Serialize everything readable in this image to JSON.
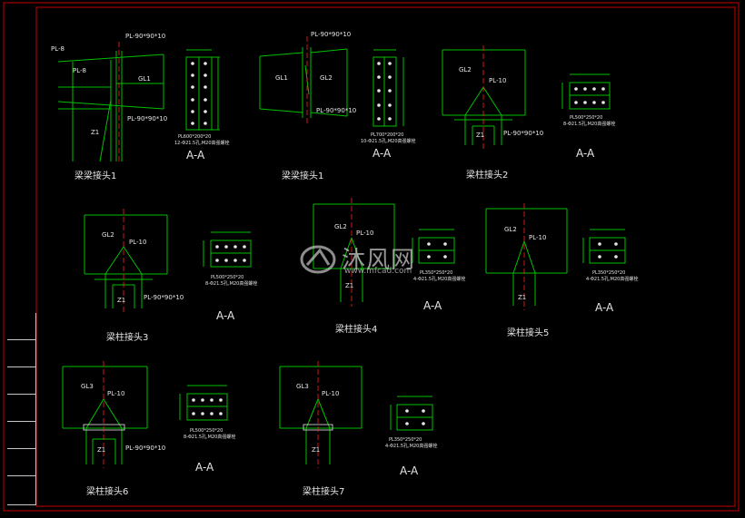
{
  "drawing": {
    "frame_color": "#c40000",
    "line_color": "#00c000",
    "center_line_color": "#ff2020",
    "text_color": "#e6e6e6"
  },
  "details": {
    "beam_joint_a": {
      "caption": "梁梁接头1",
      "pl_top": "PL-90*90*10",
      "pl_side": "PL-8",
      "pl_bottom": "PL-90*90*10",
      "pl_left": "PL-8",
      "member_gl": "GL1",
      "member_z": "Z1",
      "section": "A-A",
      "plate_spec": "PL600*200*20",
      "bolt_note": "12-Φ21.5孔,M20高强螺栓"
    },
    "beam_joint_b": {
      "caption": "梁梁接头1",
      "pl_top": "PL-90*90*10",
      "pl_bottom": "PL-90*90*10",
      "member_gl_left": "GL1",
      "member_gl_right": "GL2",
      "section": "A-A",
      "plate_spec": "PL700*200*20",
      "bolt_note": "10-Φ21.5孔,M20高强螺栓"
    },
    "beam_column_2": {
      "caption": "梁柱接头2",
      "member_gl": "GL2",
      "pl_web": "PL-10",
      "pl_stiff": "PL-90*90*10",
      "member_z": "Z1",
      "section": "A-A",
      "plate_spec": "PL500*250*20",
      "bolt_note": "8-Φ21.5孔,M20高强螺栓"
    },
    "beam_column_3": {
      "caption": "梁柱接头3",
      "member_gl": "GL2",
      "pl_web": "PL-10",
      "pl_stiff": "PL-90*90*10",
      "member_z": "Z1",
      "section": "A-A",
      "plate_spec": "PL500*250*20",
      "bolt_note": "8-Φ21.5孔,M20高强螺栓"
    },
    "beam_column_4": {
      "caption": "梁柱接头4",
      "member_gl": "GL2",
      "pl_web": "PL-10",
      "member_z": "Z1",
      "section": "A-A",
      "plate_spec": "PL350*250*20",
      "bolt_note": "4-Φ21.5孔,M20高强螺栓"
    },
    "beam_column_5": {
      "caption": "梁柱接头5",
      "member_gl": "GL2",
      "pl_web": "PL-10",
      "member_z": "Z1",
      "section": "A-A",
      "plate_spec": "PL350*250*20",
      "bolt_note": "4-Φ21.5孔,M20高强螺栓"
    },
    "beam_column_6": {
      "caption": "梁柱接头6",
      "member_gl": "GL3",
      "pl_web": "PL-10",
      "pl_stiff": "PL-90*90*10",
      "member_z": "Z1",
      "section": "A-A",
      "plate_spec": "PL500*250*20",
      "bolt_note": "8-Φ21.5孔,M20高强螺栓"
    },
    "beam_column_7": {
      "caption": "梁柱接头7",
      "member_gl": "GL3",
      "pl_web": "PL-10",
      "member_z": "Z1",
      "section": "A-A",
      "plate_spec": "PL350*250*20",
      "bolt_note": "4-Φ21.5孔,M20高强螺栓"
    }
  },
  "watermark": {
    "text": "沐风网",
    "url": "www.mfcad.com"
  }
}
